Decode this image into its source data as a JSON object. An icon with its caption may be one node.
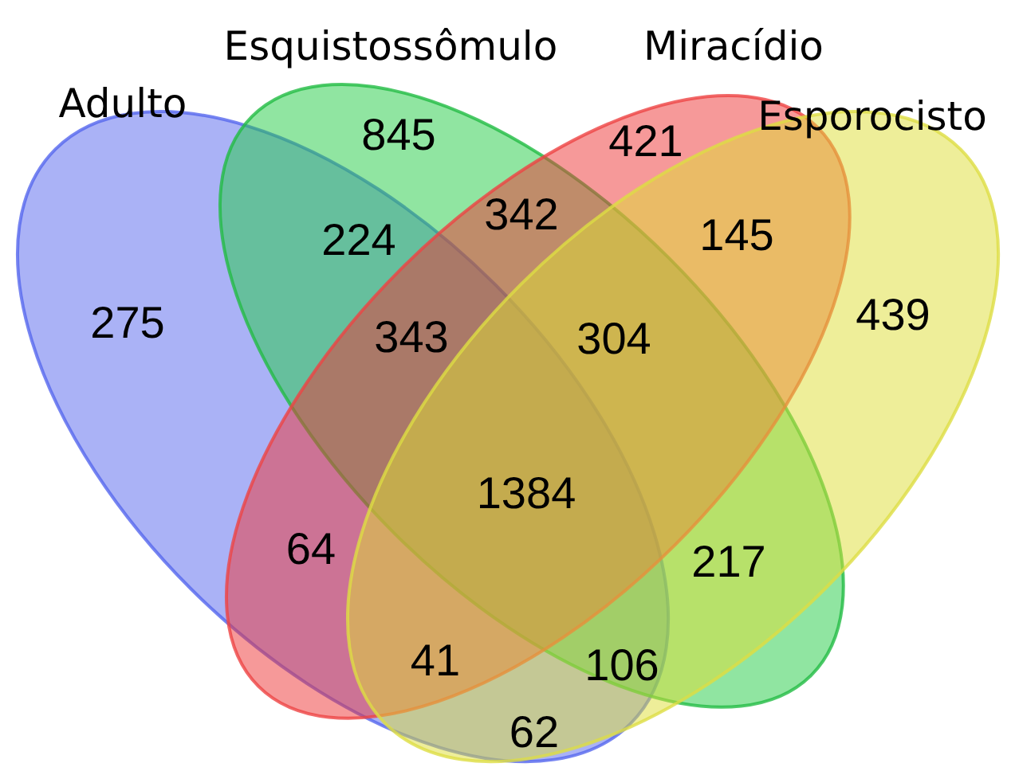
{
  "diagram": {
    "nodes": [
      {
        "text": [
          "Adulto"
        ]
      },
      {
        "text": [
          "Esquistossômulo"
        ]
      },
      {
        "text": [
          "Miracídio"
        ]
      },
      {
        "text": [
          "Esporocisto"
        ]
      }
    ],
    "labels": [
      "845",
      "421",
      "342",
      "224",
      "145",
      "275",
      "439",
      "343",
      "304",
      "1384",
      "64",
      "217",
      "41",
      "106",
      "62"
    ]
  }
}
